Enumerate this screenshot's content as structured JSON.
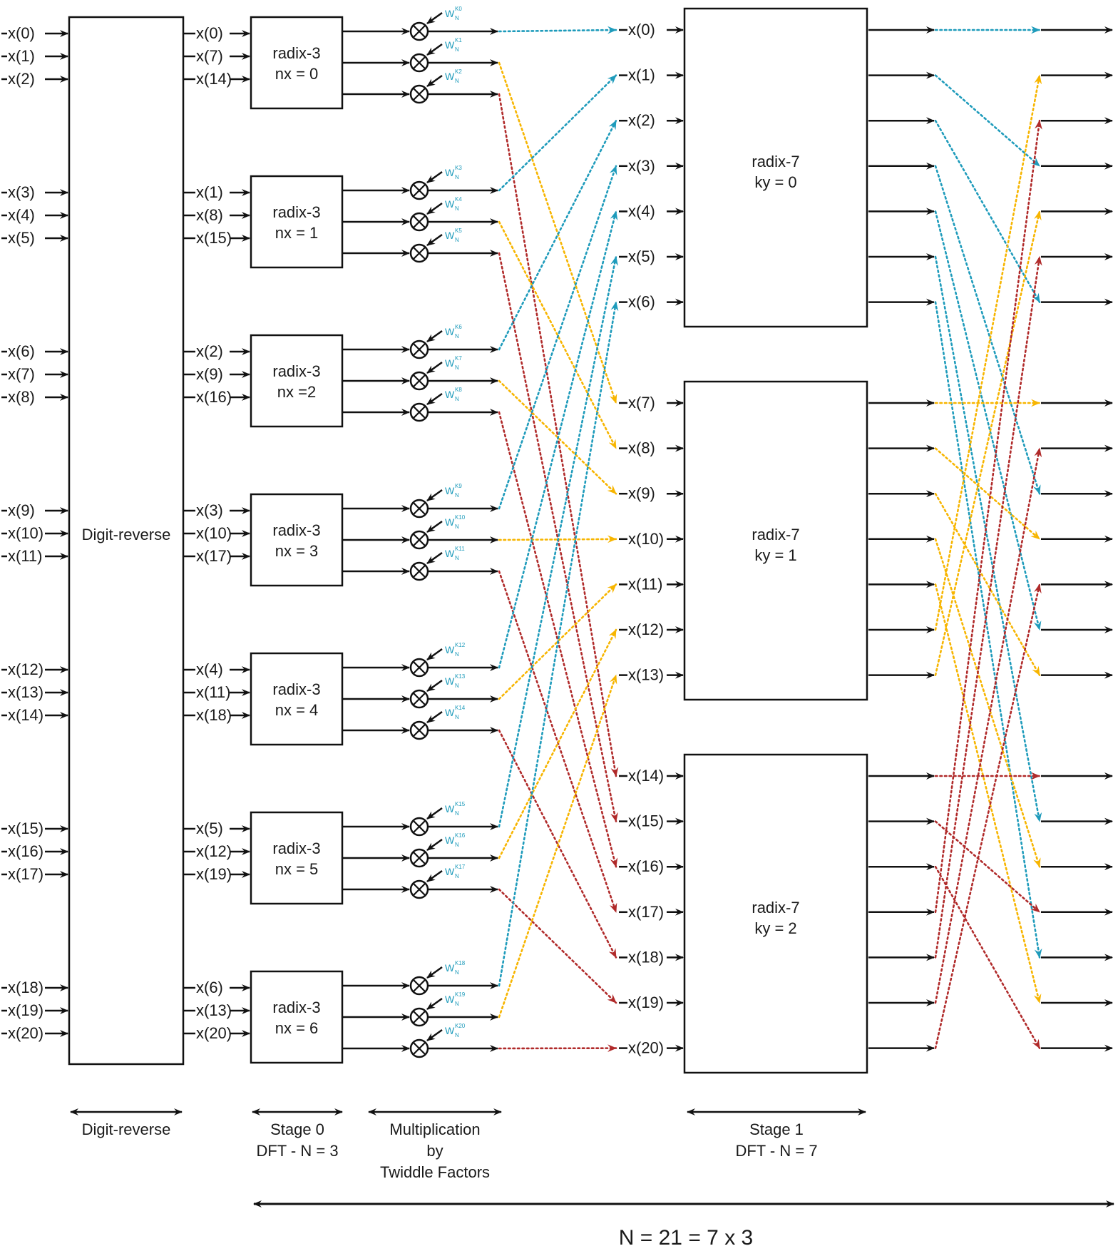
{
  "inputs": [
    "x(0)",
    "x(1)",
    "x(2)",
    "x(3)",
    "x(4)",
    "x(5)",
    "x(6)",
    "x(7)",
    "x(8)",
    "x(9)",
    "x(10)",
    "x(11)",
    "x(12)",
    "x(13)",
    "x(14)",
    "x(15)",
    "x(16)",
    "x(17)",
    "x(18)",
    "x(19)",
    "x(20)"
  ],
  "digit_reverse": {
    "block_label": "Digit-reverse",
    "outputs": [
      "x(0)",
      "x(7)",
      "x(14)",
      "x(1)",
      "x(8)",
      "x(15)",
      "x(2)",
      "x(9)",
      "x(16)",
      "x(3)",
      "x(10)",
      "x(17)",
      "x(4)",
      "x(11)",
      "x(18)",
      "x(5)",
      "x(12)",
      "x(19)",
      "x(6)",
      "x(13)",
      "x(20)"
    ]
  },
  "stage0_blocks": [
    {
      "title": "radix-3",
      "param": "nx = 0"
    },
    {
      "title": "radix-3",
      "param": "nx = 1"
    },
    {
      "title": "radix-3",
      "param": "nx =2"
    },
    {
      "title": "radix-3",
      "param": "nx = 3"
    },
    {
      "title": "radix-3",
      "param": "nx = 4"
    },
    {
      "title": "radix-3",
      "param": "nx = 5"
    },
    {
      "title": "radix-3",
      "param": "nx = 6"
    }
  ],
  "twiddle": {
    "symbol": "W",
    "sub": "N",
    "exps": [
      "K0",
      "K1",
      "K2",
      "K3",
      "K4",
      "K5",
      "K6",
      "K7",
      "K8",
      "K9",
      "K10",
      "K11",
      "K12",
      "K13",
      "K14",
      "K15",
      "K16",
      "K17",
      "K18",
      "K19",
      "K20"
    ]
  },
  "stage1_inputs": [
    "x(0)",
    "x(1)",
    "x(2)",
    "x(3)",
    "x(4)",
    "x(5)",
    "x(6)",
    "x(7)",
    "x(8)",
    "x(9)",
    "x(10)",
    "x(11)",
    "x(12)",
    "x(13)",
    "x(14)",
    "x(15)",
    "x(16)",
    "x(17)",
    "x(18)",
    "x(19)",
    "x(20)"
  ],
  "stage1_blocks": [
    {
      "title": "radix-7",
      "param": "ky = 0"
    },
    {
      "title": "radix-7",
      "param": "ky = 1"
    },
    {
      "title": "radix-7",
      "param": "ky = 2"
    }
  ],
  "captions": {
    "digit_reverse": [
      "Digit-reverse"
    ],
    "stage0": [
      "Stage 0",
      "DFT - N = 3"
    ],
    "multiplication": [
      "Multiplication",
      "by",
      "Twiddle Factors"
    ],
    "stage1": [
      "Stage 1",
      "DFT - N = 7"
    ]
  },
  "bottom_label": "N = 21 = 7 x 3",
  "colors": {
    "blue": "#1e9bbb",
    "yellow": "#f7b500",
    "red": "#b02a2a",
    "black": "#111111"
  }
}
